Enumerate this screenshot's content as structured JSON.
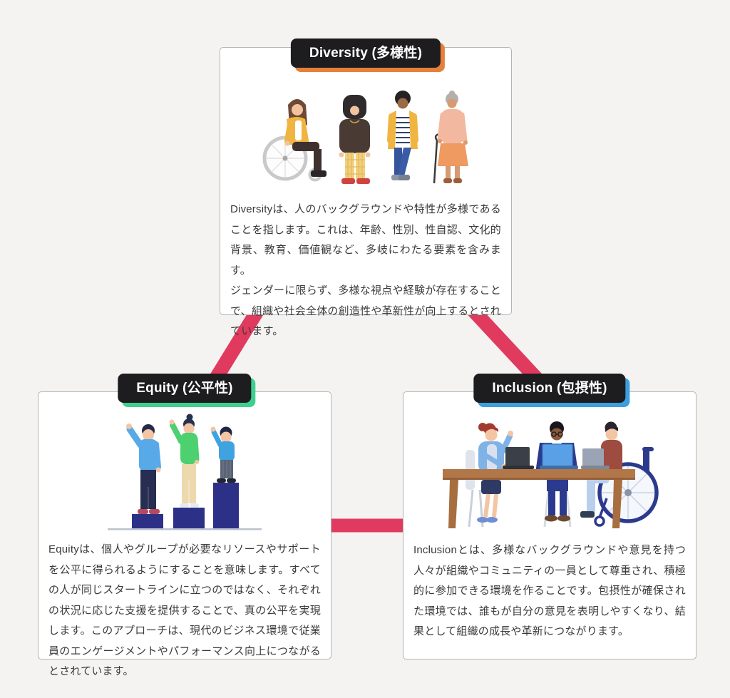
{
  "page": {
    "background_color": "#f4f3f1",
    "connector_color": "#e13a5f",
    "card_background": "#ffffff",
    "badge_background": "#1d1d1f",
    "body_text_color": "#3a3a3a"
  },
  "cards": [
    {
      "id": "diversity",
      "title": "Diversity (多様性)",
      "accent_color": "#e5803b",
      "illustration": "diverse-people-illustration",
      "paragraphs": [
        "Diversityは、人のバックグラウンドや特性が多様であることを指します。これは、年齢、性別、性自認、文化的背景、教育、価値観など、多岐にわたる要素を含みます。",
        "ジェンダーに限らず、多様な視点や経験が存在することで、組織や社会全体の創造性や革新性が向上するとされています。"
      ]
    },
    {
      "id": "equity",
      "title": "Equity (公平性)",
      "accent_color": "#3ecf8e",
      "illustration": "people-on-podiums-illustration",
      "paragraphs": [
        "Equityは、個人やグループが必要なリソースやサポートを公平に得られるようにすることを意味します。すべての人が同じスタートラインに立つのではなく、それぞれの状況に応じた支援を提供することで、真の公平を実現します。このアプローチは、現代のビジネス環境で従業員のエンゲージメントやパフォーマンス向上につながるとされています。"
      ]
    },
    {
      "id": "inclusion",
      "title": "Inclusion (包摂性)",
      "accent_color": "#3b9fe0",
      "illustration": "inclusive-meeting-illustration",
      "paragraphs": [
        "Inclusionとは、多様なバックグラウンドや意見を持つ人々が組織やコミュニティの一員として尊重され、積極的に参加できる環境を作ることです。包摂性が確保された環境では、誰もが自分の意見を表明しやすくなり、結果として組織の成長や革新につながります。"
      ]
    }
  ]
}
